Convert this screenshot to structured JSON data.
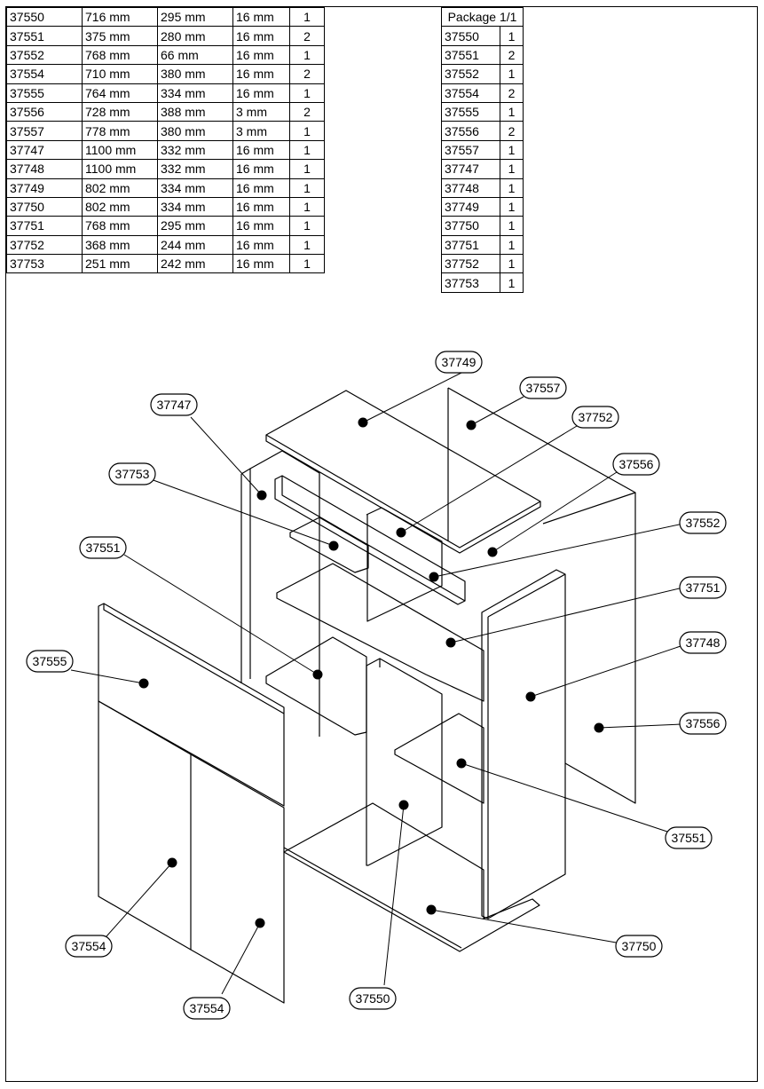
{
  "parts_table": {
    "rows": [
      [
        "37550",
        "716 mm",
        "295 mm",
        "16 mm",
        "1"
      ],
      [
        "37551",
        "375 mm",
        "280 mm",
        "16 mm",
        "2"
      ],
      [
        "37552",
        "768 mm",
        "66 mm",
        "16 mm",
        "1"
      ],
      [
        "37554",
        "710 mm",
        "380 mm",
        "16 mm",
        "2"
      ],
      [
        "37555",
        "764 mm",
        "334 mm",
        "16 mm",
        "1"
      ],
      [
        "37556",
        "728 mm",
        "388 mm",
        "3 mm",
        "2"
      ],
      [
        "37557",
        "778 mm",
        "380 mm",
        "3 mm",
        "1"
      ],
      [
        "37747",
        "1100 mm",
        "332 mm",
        "16 mm",
        "1"
      ],
      [
        "37748",
        "1100 mm",
        "332 mm",
        "16 mm",
        "1"
      ],
      [
        "37749",
        "802 mm",
        "334 mm",
        "16 mm",
        "1"
      ],
      [
        "37750",
        "802 mm",
        "334 mm",
        "16 mm",
        "1"
      ],
      [
        "37751",
        "768 mm",
        "295 mm",
        "16 mm",
        "1"
      ],
      [
        "37752",
        "368 mm",
        "244 mm",
        "16 mm",
        "1"
      ],
      [
        "37753",
        "251 mm",
        "242 mm",
        "16 mm",
        "1"
      ]
    ]
  },
  "package_table": {
    "header": "Package 1/1",
    "rows": [
      [
        "37550",
        "1"
      ],
      [
        "37551",
        "2"
      ],
      [
        "37552",
        "1"
      ],
      [
        "37554",
        "2"
      ],
      [
        "37555",
        "1"
      ],
      [
        "37556",
        "2"
      ],
      [
        "37557",
        "1"
      ],
      [
        "37747",
        "1"
      ],
      [
        "37748",
        "1"
      ],
      [
        "37749",
        "1"
      ],
      [
        "37750",
        "1"
      ],
      [
        "37751",
        "1"
      ],
      [
        "37752",
        "1"
      ],
      [
        "37753",
        "1"
      ]
    ]
  },
  "callouts": [
    {
      "id": "callout-37749",
      "label": "37749"
    },
    {
      "id": "callout-37557",
      "label": "37557"
    },
    {
      "id": "callout-37752-top",
      "label": "37752"
    },
    {
      "id": "callout-37747",
      "label": "37747"
    },
    {
      "id": "callout-37556-top",
      "label": "37556"
    },
    {
      "id": "callout-37753",
      "label": "37753"
    },
    {
      "id": "callout-37552",
      "label": "37552"
    },
    {
      "id": "callout-37551-left",
      "label": "37551"
    },
    {
      "id": "callout-37751",
      "label": "37751"
    },
    {
      "id": "callout-37748",
      "label": "37748"
    },
    {
      "id": "callout-37555",
      "label": "37555"
    },
    {
      "id": "callout-37556-right",
      "label": "37556"
    },
    {
      "id": "callout-37551-right",
      "label": "37551"
    },
    {
      "id": "callout-37554-left",
      "label": "37554"
    },
    {
      "id": "callout-37750",
      "label": "37750"
    },
    {
      "id": "callout-37550",
      "label": "37550"
    },
    {
      "id": "callout-37554-bottom",
      "label": "37554"
    }
  ]
}
